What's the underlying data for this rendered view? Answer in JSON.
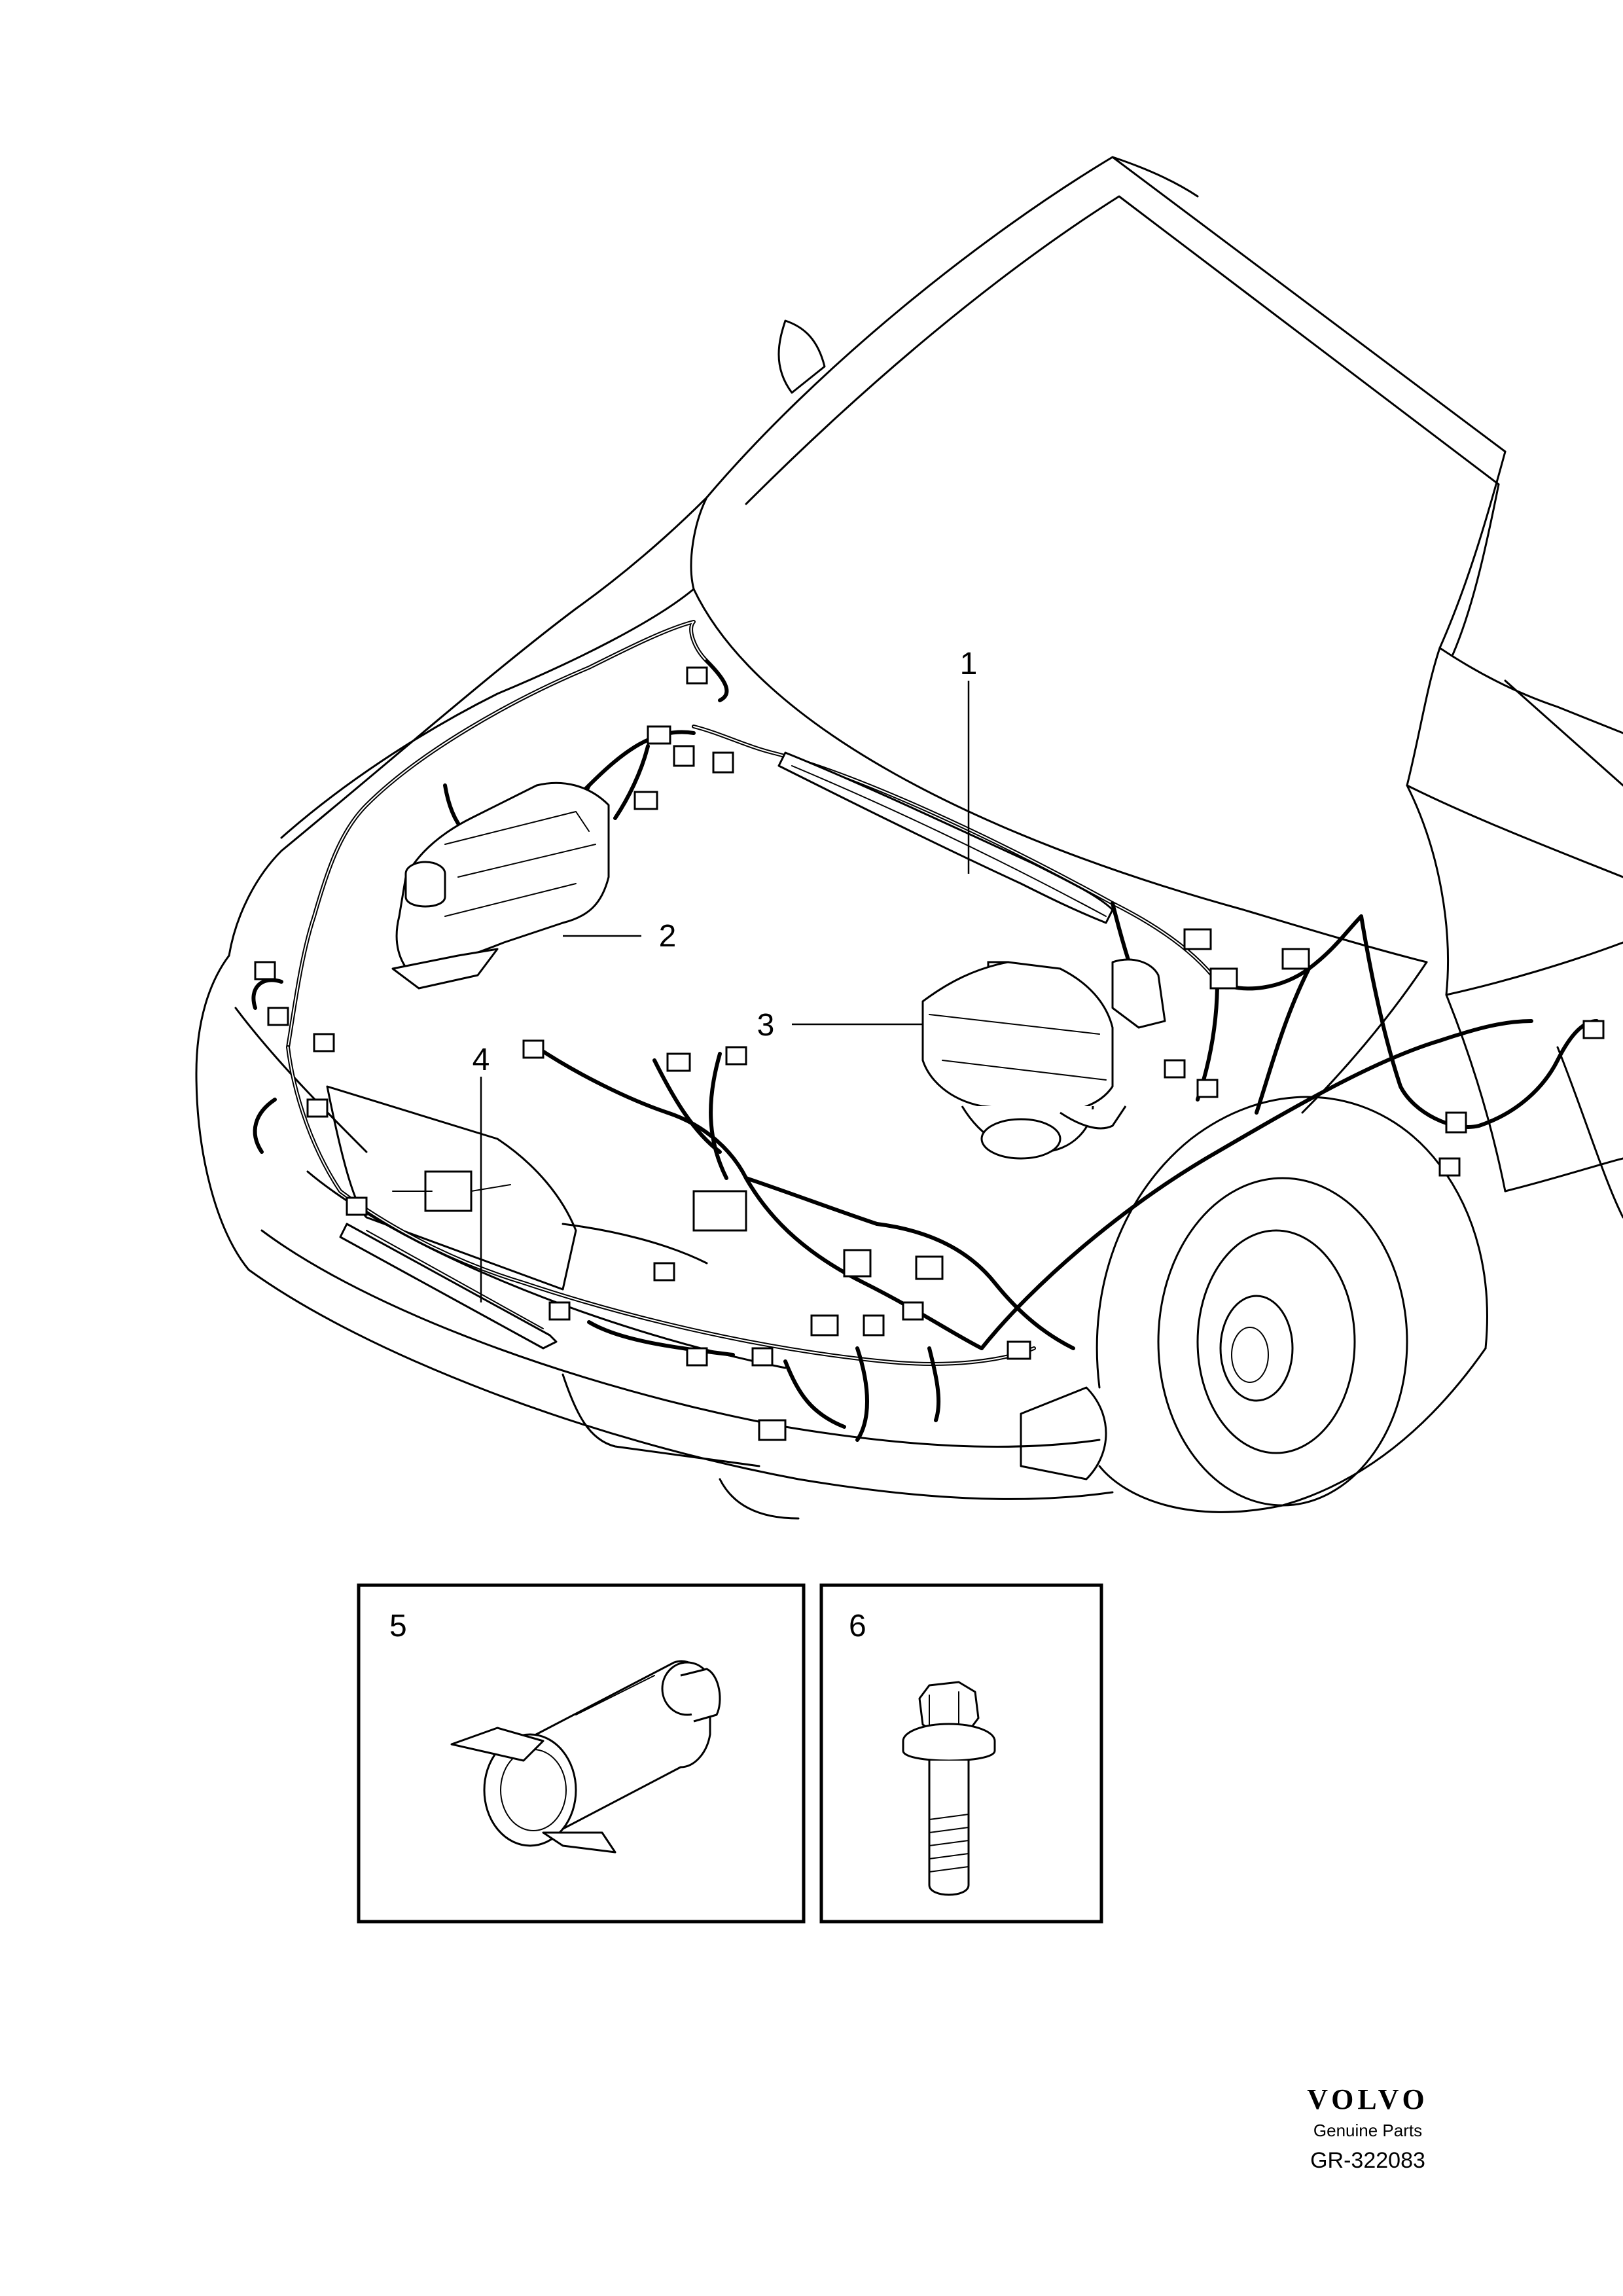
{
  "callouts": {
    "c1": "1",
    "c2": "2",
    "c3": "3",
    "c4": "4"
  },
  "insets": {
    "inset5": "5",
    "inset6": "6"
  },
  "brand": {
    "logo": "VOLVO",
    "tagline": "Genuine Parts",
    "code": "GR-322083"
  }
}
